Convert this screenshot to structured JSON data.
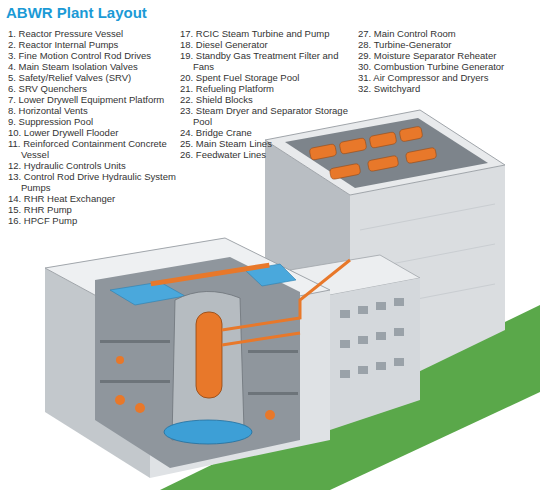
{
  "diagram": {
    "title": "ABWR Plant Layout",
    "labels": [
      "1. Reactor Pressure Vessel",
      "2. Reactor Internal Pumps",
      "3. Fine Motion Control Rod Drives",
      "4. Main Steam Isolation Valves",
      "5. Safety/Relief Valves (SRV)",
      "6. SRV Quenchers",
      "7. Lower Drywell Equipment Platform",
      "8. Horizontal Vents",
      "9. Suppression Pool",
      "10. Lower Drywell Flooder",
      "11. Reinforced Containment Concrete Vessel",
      "12. Hydraulic Controls Units",
      "13. Control Rod Drive Hydraulic System Pumps",
      "14. RHR Heat Exchanger",
      "15. RHR Pump",
      "16. HPCF Pump",
      "17. RCIC Steam Turbine and Pump",
      "18. Diesel Generator",
      "19. Standby Gas Treatment Filter and Fans",
      "20. Spent Fuel Storage Pool",
      "21. Refueling Platform",
      "22. Shield Blocks",
      "23. Steam Dryer and Separator Storage Pool",
      "24. Bridge Crane",
      "25. Main Steam Lines",
      "26. Feedwater Lines",
      "27. Main Control Room",
      "28. Turbine-Generator",
      "29. Moisture Separator Reheater",
      "30. Combustion Turbine Generator",
      "31. Air Compressor and Dryers",
      "32. Switchyard"
    ]
  }
}
